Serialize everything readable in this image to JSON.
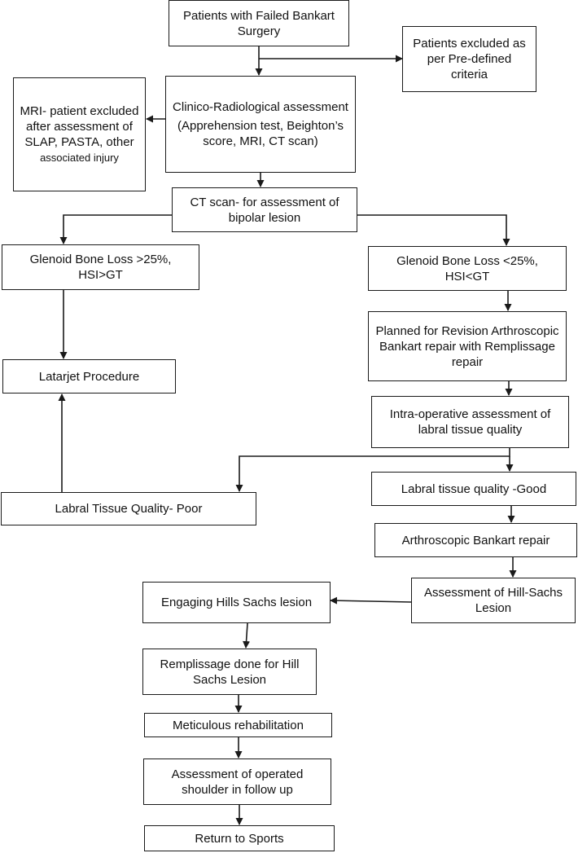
{
  "nodes": {
    "failed_surgery": "Patients with Failed Bankart Surgery",
    "excluded_criteria": "Patients excluded as per Pre-defined criteria",
    "clinico": {
      "title": "Clinico-Radiological assessment",
      "detail": "(Apprehension test, Beighton’s score, MRI, CT scan)"
    },
    "mri_excluded": {
      "main": "MRI- patient excluded after assessment of SLAP, PASTA, other",
      "small": "associated injury"
    },
    "ct_scan": "CT scan- for assessment of bipolar lesion",
    "glenoid_gt25": "Glenoid Bone Loss >25%, HSI>GT",
    "glenoid_lt25": "Glenoid Bone Loss <25%, HSI<GT",
    "latarjet": "Latarjet Procedure",
    "planned_revision": "Planned for Revision Arthroscopic Bankart repair with Remplissage repair",
    "intraop": "Intra-operative assessment of labral tissue quality",
    "labral_poor": "Labral Tissue Quality- Poor",
    "labral_good": "Labral tissue quality -Good",
    "arthro_bankart": "Arthroscopic Bankart repair",
    "assess_hill_sachs": "Assessment of Hill-Sachs Lesion",
    "engaging_hs": "Engaging Hills Sachs lesion",
    "remplissage": "Remplissage done for Hill Sachs Lesion",
    "rehab": "Meticulous rehabilitation",
    "followup": "Assessment of operated shoulder in follow up",
    "return_sports": "Return to Sports"
  },
  "colors": {
    "line": "#1a1a1a",
    "box_border": "#1a1a1a",
    "text": "#111111"
  }
}
